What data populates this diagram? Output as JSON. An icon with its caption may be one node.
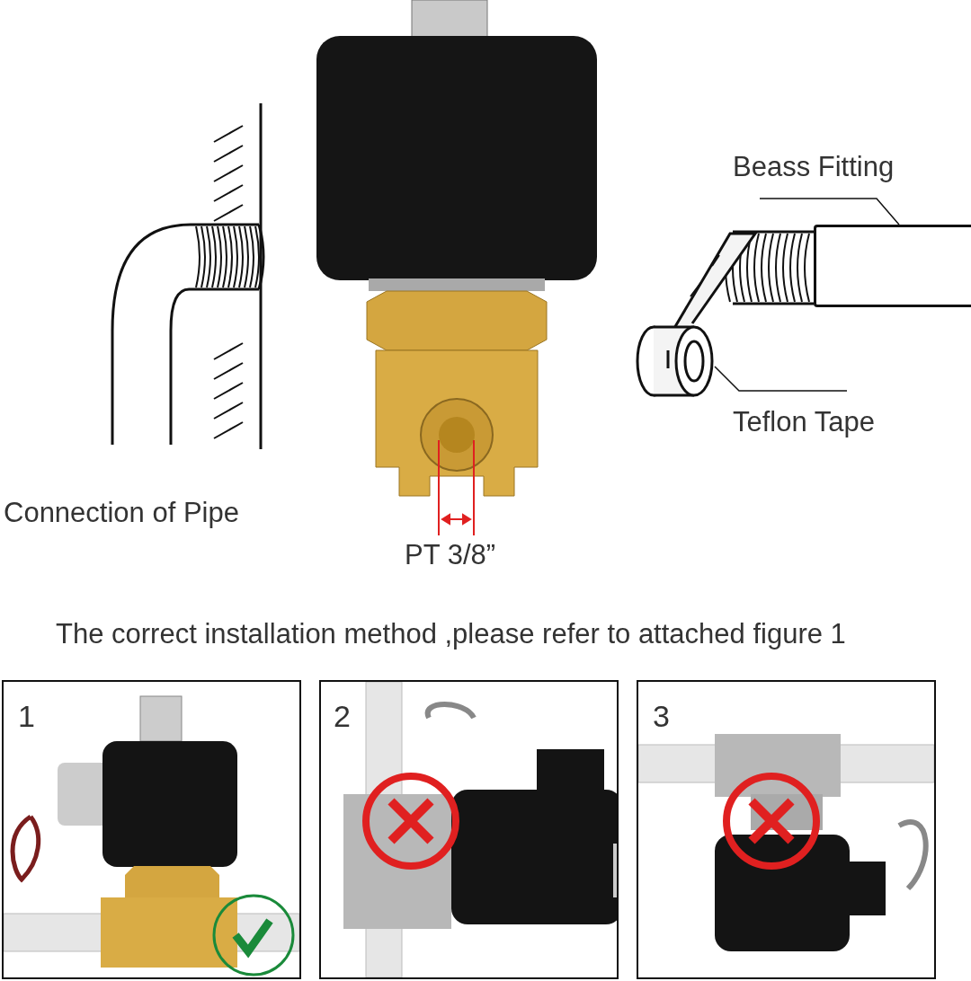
{
  "diagram": {
    "nodes": [
      {
        "text": [
          "Beass Fitting"
        ]
      },
      {
        "text": [],
        "shape": "box"
      },
      {
        "text": [
          "Teflon Tape"
        ]
      },
      {
        "text": [],
        "shape": "picture"
      }
    ],
    "edges": [
      {
        "from": 0,
        "to": 1,
        "arrow": "none"
      },
      {
        "from": 2,
        "to": 3,
        "arrow": "none"
      }
    ],
    "labels": [
      "Connection of Pipe",
      "PT 3/8”",
      "The correct installation method ,please refer to attached figure 1",
      "1",
      "2",
      "3"
    ]
  }
}
